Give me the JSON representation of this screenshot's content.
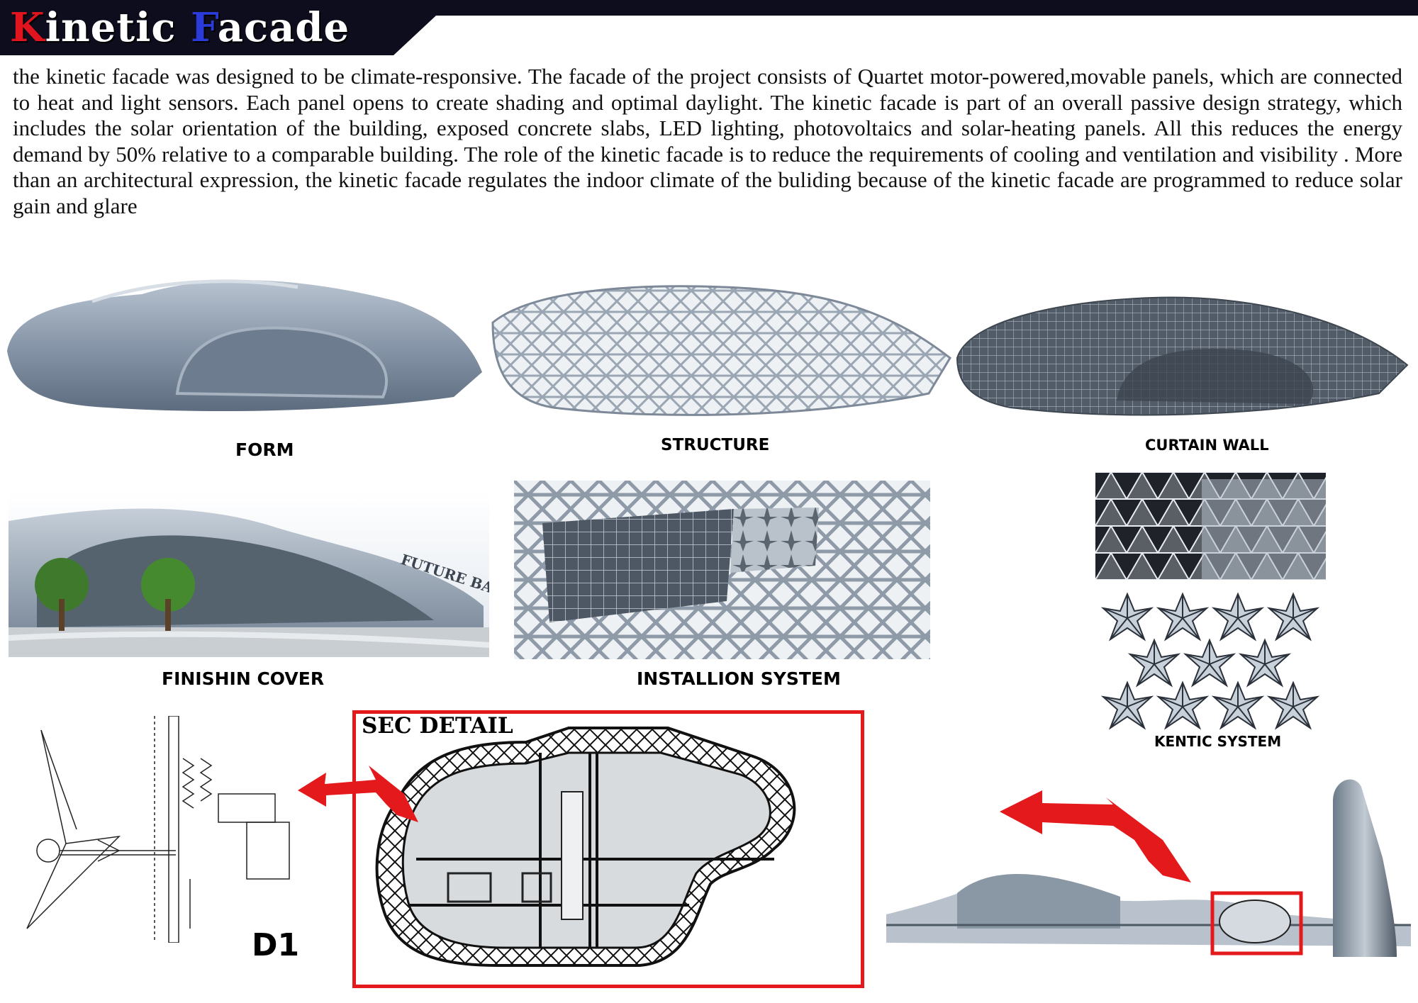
{
  "header": {
    "title_first_letter": "K",
    "title_mid": "inetic ",
    "title_second_letter": "F",
    "title_rest": "acade",
    "colors": {
      "bar": "#0d0d1e",
      "first_letter": "#e0141e",
      "second_letter": "#2a3bd9",
      "text": "#ffffff"
    }
  },
  "intro": {
    "text": "the kinetic facade was designed to be climate-responsive. The facade of the project  consists of  Quartet motor-powered,movable panels, which are connected to heat and light sensors. Each panel opens to create shading and optimal daylight. The kinetic facade is part of an overall passive design strategy, which includes the solar orientation of the building, exposed concrete slabs, LED lighting, photovoltaics and solar-heating panels. All this reduces the energy demand by 50% relative to a comparable building. The role of the kinetic facade is to reduce the requirements of cooling and ventilation and visibility . More than an architectural expression, the kinetic facade regulates the indoor climate of the buliding because of the kinetic facade are programmed to reduce solar gain and glare"
  },
  "labels": {
    "form": "FORM",
    "structure": "STRUCTURE",
    "curtain_wall": "CURTAIN WALL",
    "finishing_cover": "FINISHIN COVER",
    "installation_system": "INSTALLION SYSTEM",
    "kinetic_system": "KENTIC SYSTEM",
    "sec_detail": "SEC DETAIL",
    "detail_d1": "D1"
  },
  "sign_text": "FUTURE BANK",
  "colors": {
    "accent_red": "#e3191c",
    "facade_grey": "#8d9aa8",
    "dark_glass": "#4c5561"
  }
}
